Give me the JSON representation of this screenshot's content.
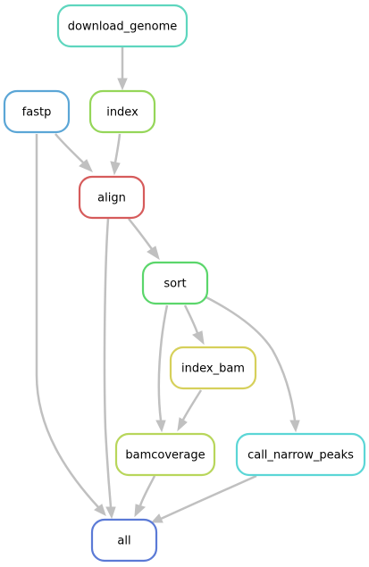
{
  "diagram": {
    "nodes": [
      {
        "id": "download_genome",
        "label": "download_genome",
        "color": "#5ed6be"
      },
      {
        "id": "fastp",
        "label": "fastp",
        "color": "#5ba6d6"
      },
      {
        "id": "index",
        "label": "index",
        "color": "#95d659"
      },
      {
        "id": "align",
        "label": "align",
        "color": "#d65b5b"
      },
      {
        "id": "sort",
        "label": "sort",
        "color": "#5bd66b"
      },
      {
        "id": "index_bam",
        "label": "index_bam",
        "color": "#d6d05b"
      },
      {
        "id": "bamcoverage",
        "label": "bamcoverage",
        "color": "#b8d65b"
      },
      {
        "id": "call_narrow_peaks",
        "label": "call_narrow_peaks",
        "color": "#5bd6d6"
      },
      {
        "id": "all",
        "label": "all",
        "color": "#5b7ad6"
      }
    ],
    "edges": [
      {
        "from": "download_genome",
        "to": "index"
      },
      {
        "from": "fastp",
        "to": "align"
      },
      {
        "from": "index",
        "to": "align"
      },
      {
        "from": "fastp",
        "to": "all"
      },
      {
        "from": "align",
        "to": "sort"
      },
      {
        "from": "align",
        "to": "all"
      },
      {
        "from": "sort",
        "to": "index_bam"
      },
      {
        "from": "sort",
        "to": "bamcoverage"
      },
      {
        "from": "sort",
        "to": "call_narrow_peaks"
      },
      {
        "from": "index_bam",
        "to": "bamcoverage"
      },
      {
        "from": "bamcoverage",
        "to": "all"
      },
      {
        "from": "call_narrow_peaks",
        "to": "all"
      }
    ],
    "edge_color": "#c0c0c0"
  }
}
